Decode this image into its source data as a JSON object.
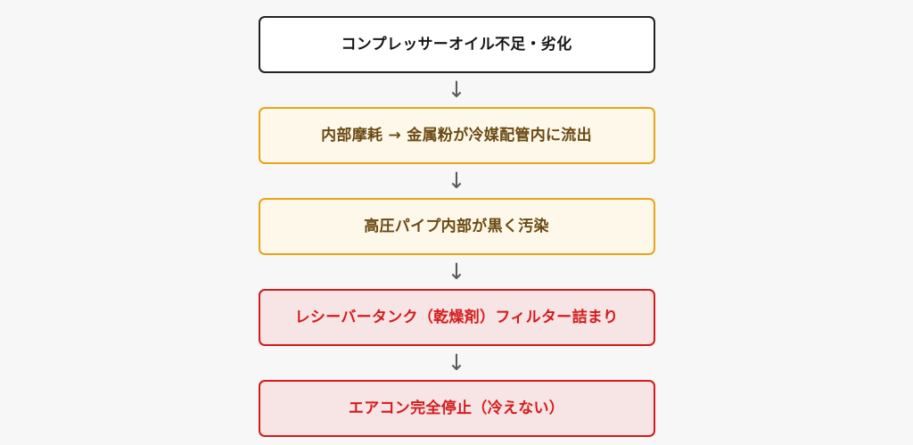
{
  "diagram": {
    "type": "flowchart",
    "orientation": "vertical",
    "background_color": "#f7f7f7",
    "arrow_glyph": "↓",
    "arrow_color": "#5a5a5a",
    "nodes": [
      {
        "id": "node-1",
        "label": "コンプレッサーオイル不足・劣化",
        "tier": "root",
        "border_color": "#222222",
        "fill_color": "#ffffff",
        "text_color": "#161616"
      },
      {
        "id": "node-2",
        "label": "内部摩耗 → 金属粉が冷媒配管内に流出",
        "tier": "warn",
        "border_color": "#e8a317",
        "fill_color": "#fdf8ea",
        "text_color": "#6b4a12"
      },
      {
        "id": "node-3",
        "label": "高圧パイプ内部が黒く汚染",
        "tier": "warn",
        "border_color": "#e8a317",
        "fill_color": "#fdf8ea",
        "text_color": "#6b4a12"
      },
      {
        "id": "node-4",
        "label": "レシーバータンク（乾燥剤）フィルター詰まり",
        "tier": "danger",
        "border_color": "#d41a1a",
        "fill_color": "#f7e4e4",
        "text_color": "#d41b1b"
      },
      {
        "id": "node-5",
        "label": "エアコン完全停止（冷えない）",
        "tier": "danger",
        "border_color": "#d41a1a",
        "fill_color": "#f7e4e4",
        "text_color": "#d41b1b"
      }
    ],
    "connectors": [
      {
        "id": "connector-1",
        "from": "node-1",
        "to": "node-2",
        "glyph": "↓"
      },
      {
        "id": "connector-2",
        "from": "node-2",
        "to": "node-3",
        "glyph": "↓"
      },
      {
        "id": "connector-3",
        "from": "node-3",
        "to": "node-4",
        "glyph": "↓"
      },
      {
        "id": "connector-4",
        "from": "node-4",
        "to": "node-5",
        "glyph": "↓"
      }
    ]
  }
}
